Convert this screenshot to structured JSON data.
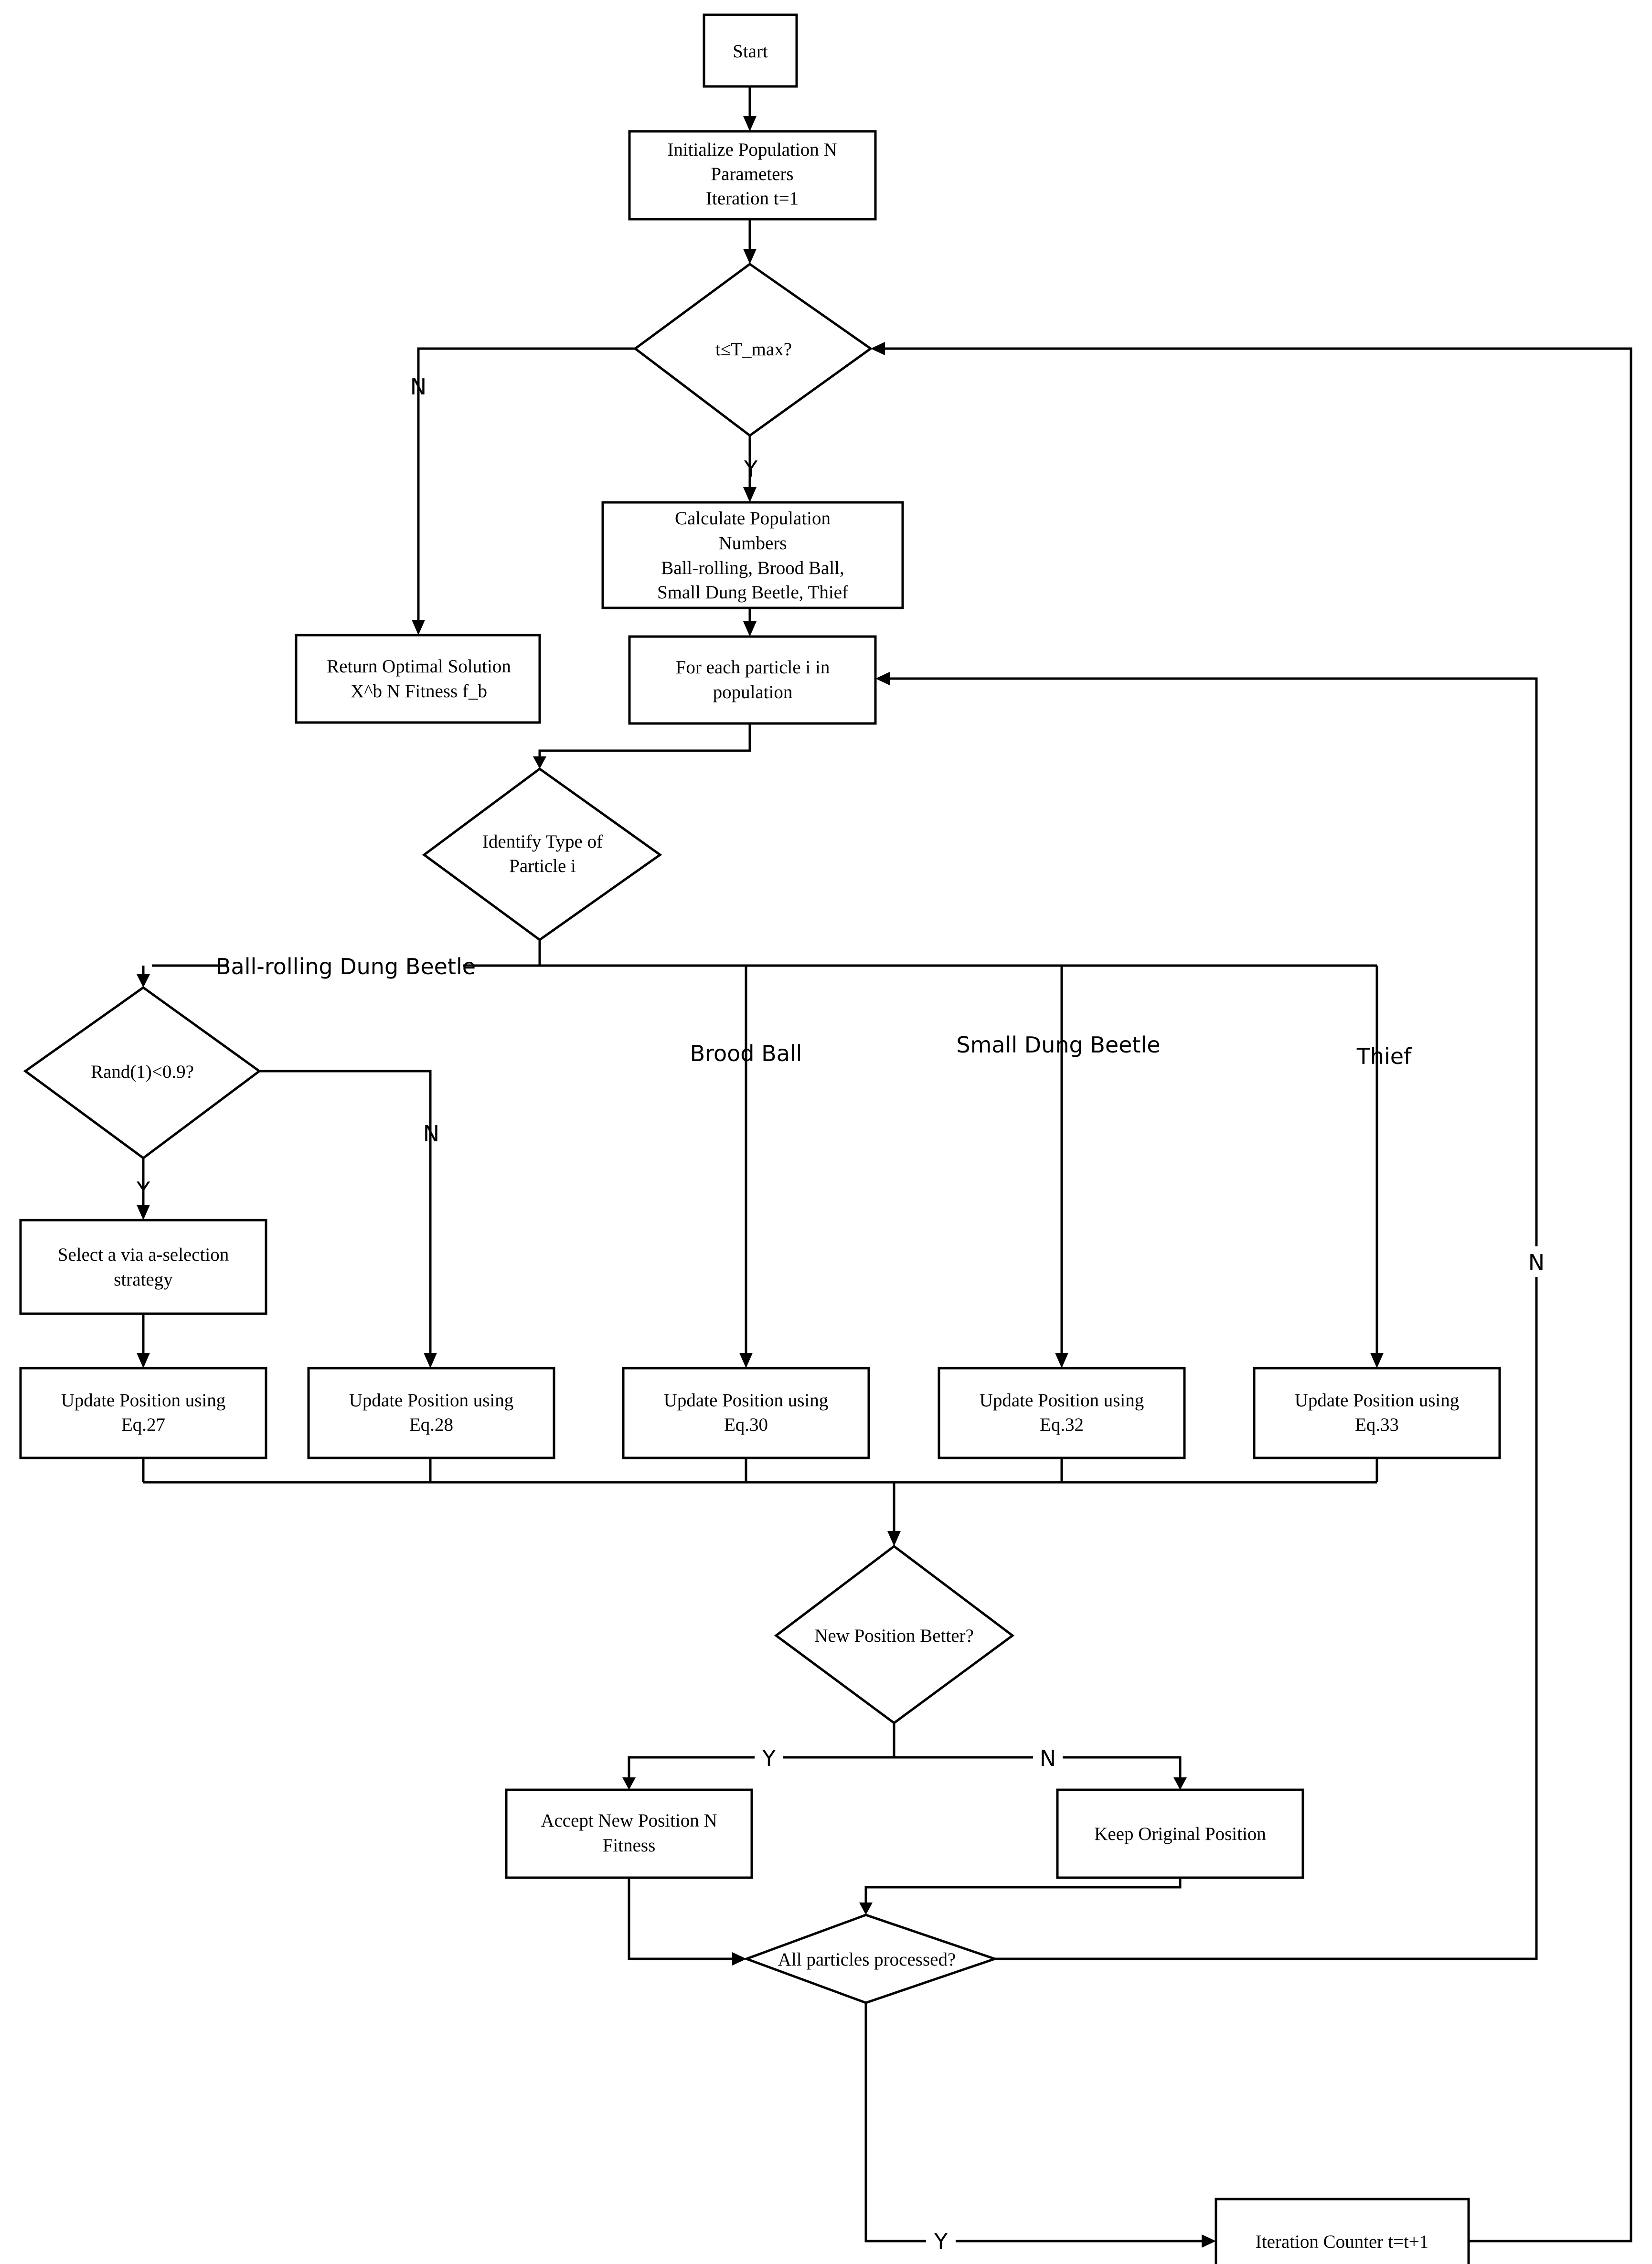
{
  "nodes": {
    "start": [
      "Start"
    ],
    "init": [
      "Initialize Population N",
      "Parameters",
      "Iteration t=1"
    ],
    "check_tmax": [
      "t≤T_max?"
    ],
    "calc_pop": [
      "Calculate Population",
      "Numbers",
      "Ball-rolling, Brood Ball,",
      "Small Dung Beetle, Thief"
    ],
    "return_opt": [
      "Return Optimal Solution",
      "X^b N Fitness f_b"
    ],
    "for_each": [
      "For each particle i in",
      "population"
    ],
    "identify_type": [
      "Identify Type of",
      "Particle i"
    ],
    "rand_check": [
      "Rand(1)<0.9?"
    ],
    "select_a": [
      "Select a via a-selection",
      "strategy"
    ],
    "update27": [
      "Update Position using",
      "Eq.27"
    ],
    "update28": [
      "Update Position using",
      "Eq.28"
    ],
    "update30": [
      "Update Position using",
      "Eq.30"
    ],
    "update32": [
      "Update Position using",
      "Eq.32"
    ],
    "update33": [
      "Update Position using",
      "Eq.33"
    ],
    "new_better": [
      "New Position Better?"
    ],
    "accept": [
      "Accept New Position N",
      "Fitness"
    ],
    "keep": [
      "Keep Original Position"
    ],
    "all_processed": [
      "All particles processed?"
    ],
    "iter_counter": [
      "Iteration Counter t=t+1"
    ]
  },
  "edge_labels": {
    "tmax_no": "N",
    "tmax_yes": "Y",
    "ball_rolling": "Ball-rolling Dung Beetle",
    "brood_ball": "Brood Ball",
    "small_dung_beetle": "Small Dung Beetle",
    "thief": "Thief",
    "rand_no": "N",
    "rand_yes": "Y",
    "better_yes": "Y",
    "better_no": "N",
    "processed_no": "N",
    "processed_yes": "Y"
  }
}
